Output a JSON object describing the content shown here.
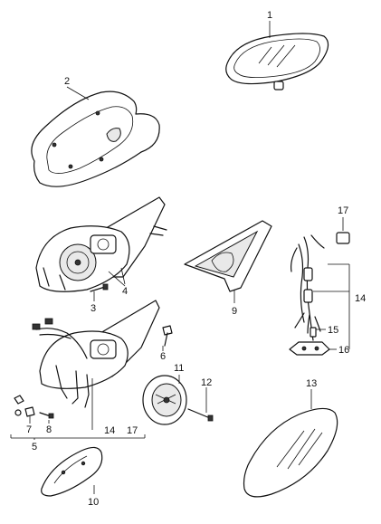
{
  "callouts": {
    "c1": "1",
    "c2": "2",
    "c3": "3",
    "c4": "4",
    "c5": "5",
    "c6": "6",
    "c7": "7",
    "c8": "8",
    "c9": "9",
    "c10": "10",
    "c11": "11",
    "c12": "12",
    "c13": "13",
    "c14a": "14",
    "c14b": "14",
    "c15": "15",
    "c16": "16",
    "c17a": "17",
    "c17b": "17"
  }
}
